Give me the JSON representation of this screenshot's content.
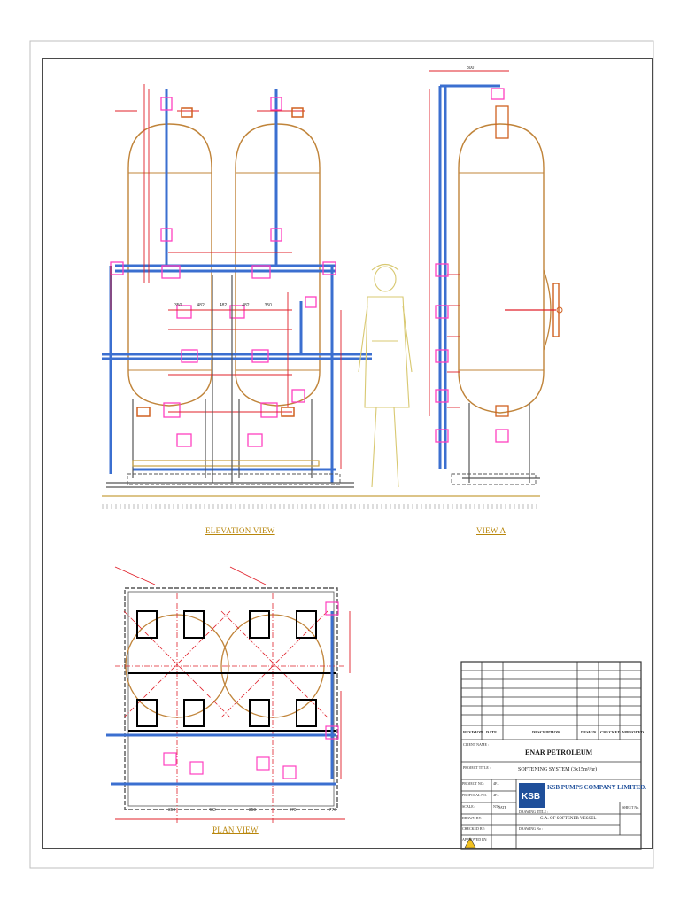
{
  "views": {
    "elevation": "ELEVATION VIEW",
    "view_a": "VIEW   A",
    "plan": "PLAN VIEW"
  },
  "title_block": {
    "revision_headers": [
      "REVISION",
      "DATE",
      "DESCRIPTION",
      "DESIGN",
      "CHECKED",
      "APPROVED"
    ],
    "client_label": "CLIENT NAME :",
    "client_name": "ENAR PETROLEUM",
    "project_label": "PROJECT TITLE :",
    "project_title": "SOFTENING SYSTEM (3x15m³/hr)",
    "company": "KSB PUMPS COMPANY LIMITED.",
    "logo": "KSB",
    "rows": [
      {
        "label": "PROJECT NO:",
        "value": "4F..."
      },
      {
        "label": "PROPOSAL NO:",
        "value": "4F..."
      },
      {
        "label": "SCALE:",
        "value": "NTS"
      },
      {
        "label": "DRAWN BY:",
        "value": ""
      },
      {
        "label": "CHECKED BY:",
        "value": ""
      },
      {
        "label": "APPROVED BY:",
        "value": ""
      }
    ],
    "drawing_title_label": "DRAWING TITLE :",
    "drawing_title": "G.A. OF SOFTENER VESSEL",
    "drawing_no_label": "DRAWING No :",
    "date_label": "DATE",
    "sheet_label": "SHEET No."
  },
  "dimensions": {
    "top_width": "800",
    "plan_spacing": [
      "350",
      "482",
      "350",
      "470",
      "776"
    ],
    "elev_h": [
      "350",
      "482",
      "482",
      "482",
      "350"
    ]
  },
  "colors": {
    "frame": "#4a4a4a",
    "vessel": "#c0843a",
    "dim": "#e0202a",
    "pipe": "#3b6fd0",
    "valve": "#ff40c0",
    "support": "#555555",
    "person": "#d8c870",
    "label": "#b8860b"
  }
}
